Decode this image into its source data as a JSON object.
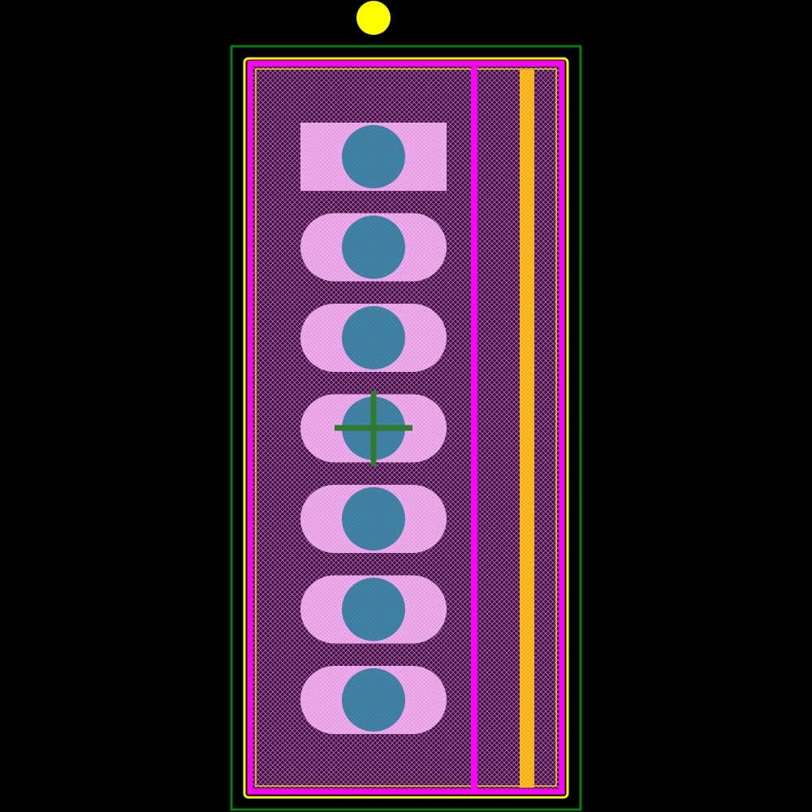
{
  "footprint": {
    "pin_count": 7,
    "pin1_shape": "rectangle",
    "other_pin_shape": "oval",
    "has_pin1_marker": true,
    "has_origin_crosshair": true,
    "colors": {
      "background": "#000000",
      "courtyard": "#0a7a12",
      "silkscreen": "#ffff00",
      "fabrication": "#ff00ff",
      "body_hatch": "#c27bc2",
      "pad_copper": "#f2a8f2",
      "drill": "#3a7fa6",
      "origin": "#2f7a2f",
      "tab_strip": "#ffc020"
    }
  }
}
